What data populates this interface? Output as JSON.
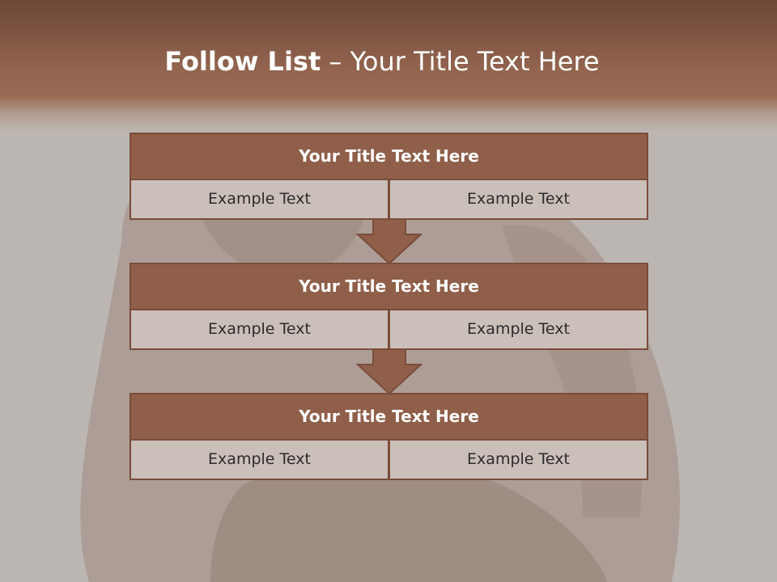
{
  "slide": {
    "title_bold": "Follow List",
    "title_rest": "– Your Title Text Here"
  },
  "blocks": [
    {
      "title": "Your Title Text Here",
      "left": "Example Text",
      "right": "Example Text"
    },
    {
      "title": "Your Title Text Here",
      "left": "Example Text",
      "right": "Example Text"
    },
    {
      "title": "Your Title Text Here",
      "left": "Example Text",
      "right": "Example Text"
    }
  ],
  "colors": {
    "header_brown": "#7e5442",
    "title_fill": "#8f5f4a",
    "cell_fill": "#cbbfba",
    "border": "#7a4c3a"
  }
}
